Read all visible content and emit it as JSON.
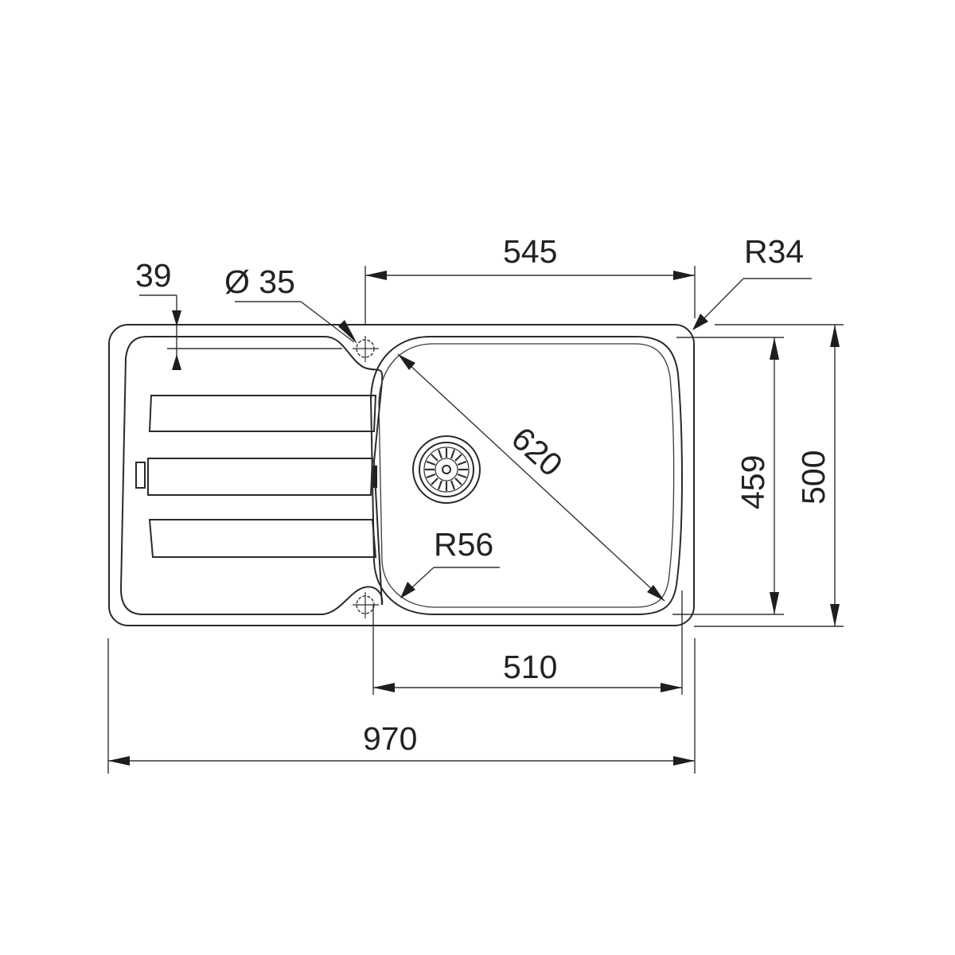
{
  "drawing": {
    "subject": "Sink with drainer - dimension drawing",
    "line_color": "#222222",
    "background": "#ffffff"
  },
  "dimensions": {
    "drainer_edge": "39",
    "tap_hole_diameter": "Ø 35",
    "bowl_width_top": "545",
    "corner_radius_outer": "R34",
    "bowl_diagonal": "620",
    "bowl_corner_radius": "R56",
    "bowl_depth_inner": "459",
    "overall_depth": "500",
    "bowl_width_bottom": "510",
    "overall_width": "970"
  },
  "features": {
    "drainer_ribs": 3,
    "tap_holes": 2,
    "waste_outlet": "strainer-waste-icon",
    "overflow": "overflow-slot-icon"
  }
}
